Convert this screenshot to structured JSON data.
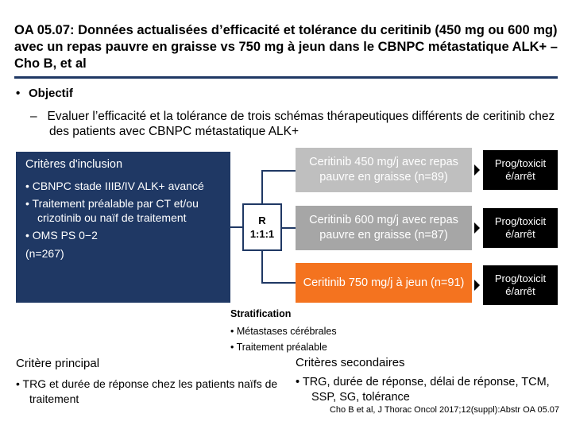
{
  "title": "OA 05.07: Données actualisées d’efficacité et tolérance du ceritinib (450 mg ou 600 mg) avec un repas pauvre en graisse vs 750 mg à jeun dans le CBNPC métastatique ALK+ – Cho B, et al",
  "objective": {
    "bullet": "•",
    "label": "Objectif",
    "dash": "–",
    "text": "Evaluer l’efficacité et la tolérance de trois schémas thérapeutiques différents de ceritinib chez des patients avec CBNPC métastatique ALK+"
  },
  "inclusion": {
    "header": "Critères d'inclusion",
    "items": [
      "• CBNPC stade IIIB/IV ALK+ avancé",
      "• Traitement préalable par CT et/ou crizotinib ou naïf de traitement",
      "• OMS PS 0−2"
    ],
    "n": "(n=267)"
  },
  "randomization": {
    "line1": "R",
    "line2": "1:1:1"
  },
  "arms": [
    {
      "text": "Ceritinib 450 mg/j avec repas pauvre en graisse (n=89)",
      "color": "#bfbfbf"
    },
    {
      "text": "Ceritinib 600 mg/j avec repas pauvre en graisse (n=87)",
      "color": "#a6a6a6"
    },
    {
      "text": "Ceritinib 750 mg/j à jeun (n=91)",
      "color": "#f4731f"
    }
  ],
  "outcome": [
    "Prog/toxicit é/arrêt",
    "Prog/toxicit é/arrêt",
    "Prog/toxicit é/arrêt"
  ],
  "stratification": {
    "title": "Stratification",
    "items": [
      "• Métastases cérébrales",
      "• Traitement préalable"
    ]
  },
  "primary": {
    "title": "Critère principal",
    "item": "• TRG et durée de réponse chez les patients naïfs de traitement"
  },
  "secondary": {
    "title": "Critères secondaires",
    "item": "• TRG, durée de réponse, délai de réponse, TCM, SSP, SG, tolérance"
  },
  "citation": "Cho B et al, J Thorac Oncol 2017;12(suppl):Abstr OA 05.07",
  "colors": {
    "navy": "#1f3864",
    "orange": "#f4731f",
    "gray_light": "#bfbfbf",
    "gray_mid": "#a6a6a6"
  }
}
